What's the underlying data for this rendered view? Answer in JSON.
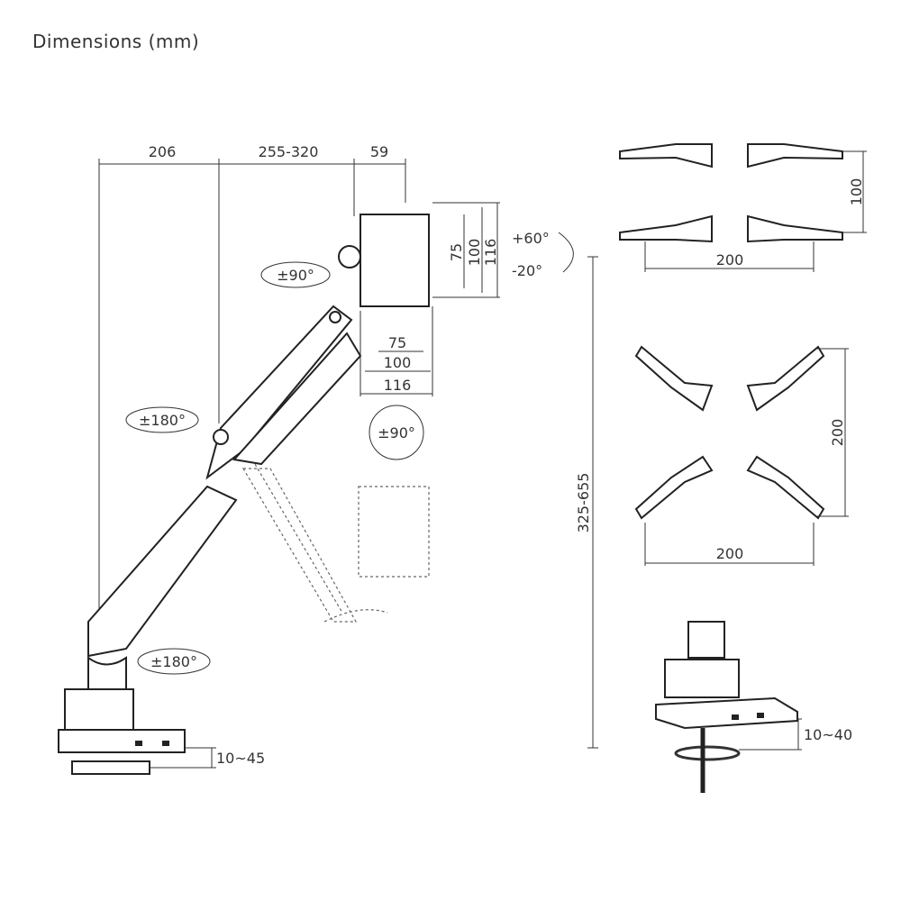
{
  "title": "Dimensions (mm)",
  "arm": {
    "reach_base": "206",
    "reach_mid": "255-320",
    "reach_head": "59",
    "plate_v75": "75",
    "plate_v100": "100",
    "plate_v116": "116",
    "tilt_up": "+60°",
    "tilt_down": "-20°",
    "swivel_head": "±90°",
    "plate_h75": "75",
    "plate_h100": "100",
    "plate_h116": "116",
    "rotate": "±90°",
    "swivel_elbow": "±180°",
    "swivel_base": "±180°",
    "height_range": "325-655",
    "clamp_range": "10~45"
  },
  "adapter_100": {
    "height": "100",
    "width": "200"
  },
  "adapter_200": {
    "height": "200",
    "width": "200"
  },
  "grommet": {
    "range": "10~40"
  }
}
